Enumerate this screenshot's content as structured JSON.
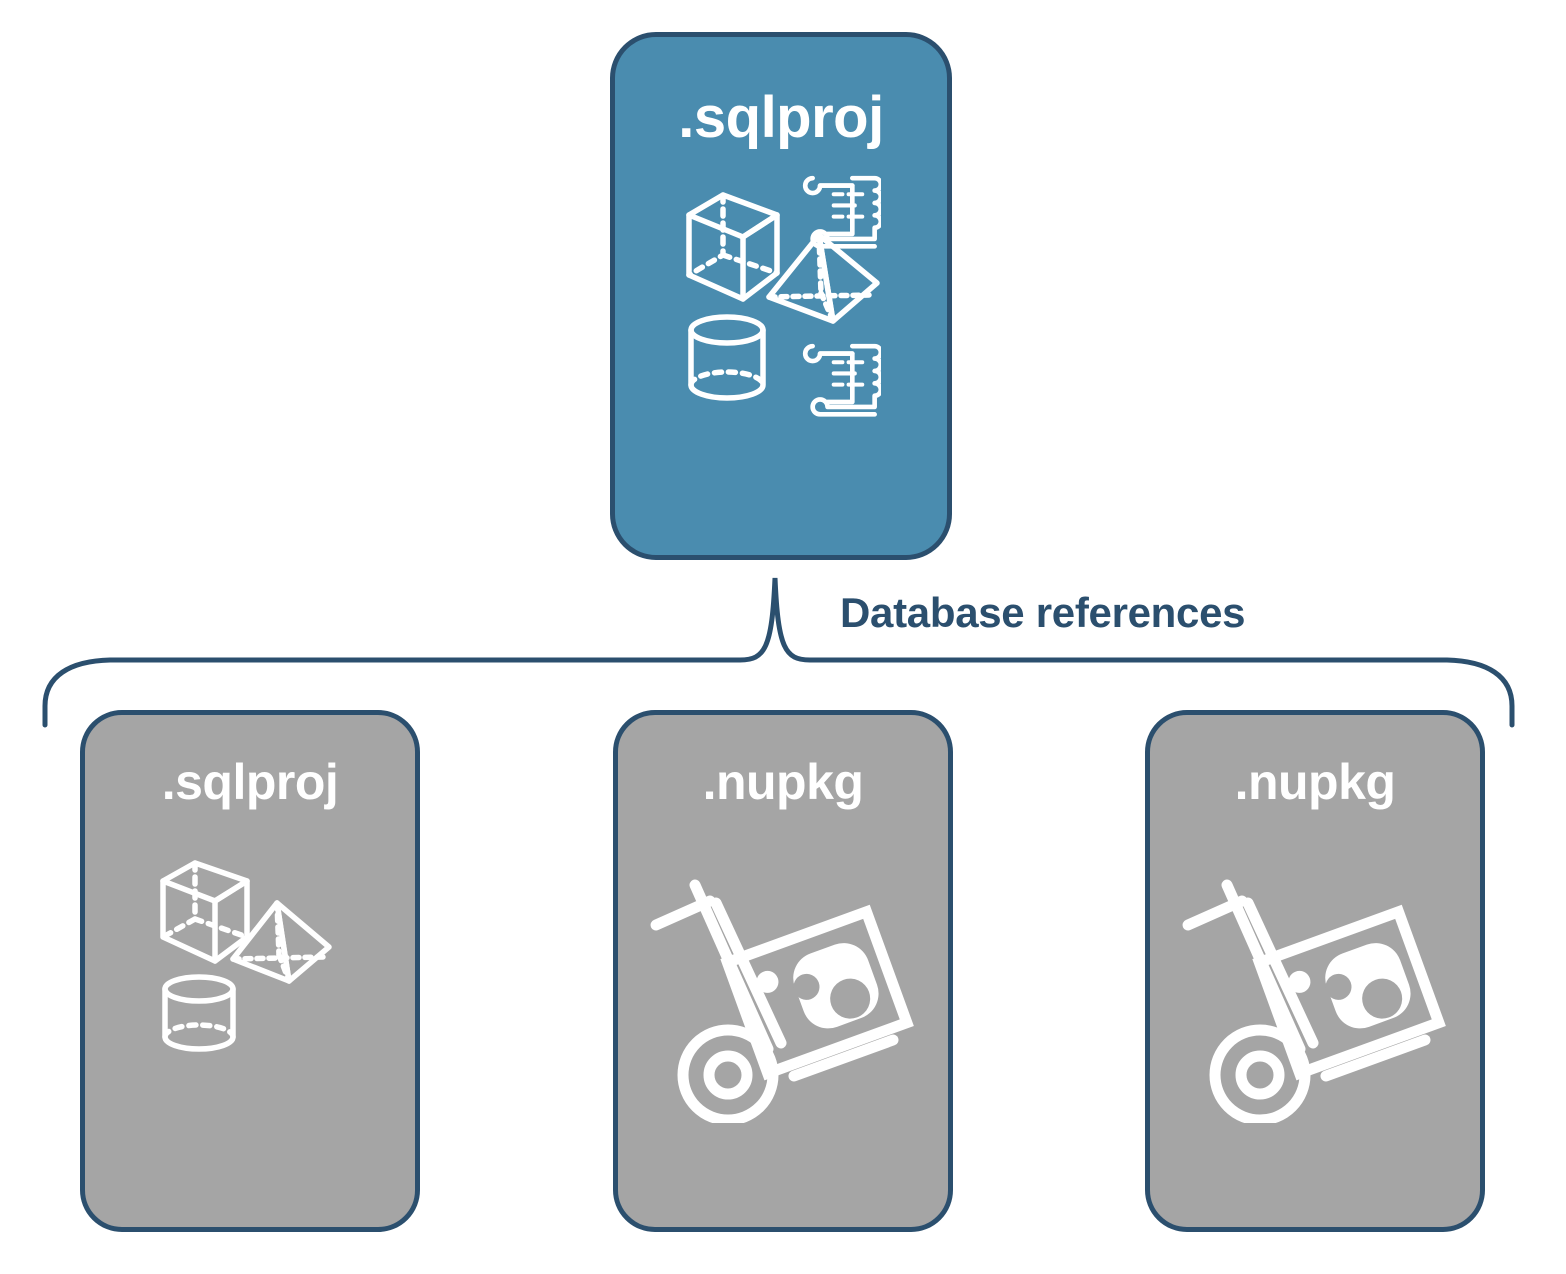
{
  "diagram": {
    "title": "Database references",
    "colors": {
      "accent_teal": "#4A8CAF",
      "border_navy": "#2B4F6E",
      "card_gray": "#A5A5A5",
      "icon_white": "#FFFFFF",
      "background": "#FFFFFF"
    },
    "connector": {
      "type": "curly-brace",
      "label": "Database references",
      "direction": "top-to-bottom",
      "source": ".sqlproj",
      "targets": [
        ".sqlproj",
        ".nupkg",
        ".nupkg"
      ]
    },
    "root_node": {
      "label": ".sqlproj",
      "fill": "teal",
      "icon": "database-shapes-and-scripts-icon",
      "icon_parts": [
        "cube",
        "pyramid",
        "cylinder",
        "scroll",
        "scroll"
      ]
    },
    "reference_nodes": [
      {
        "label": ".sqlproj",
        "fill": "gray",
        "icon": "database-shapes-icon",
        "icon_parts": [
          "cube",
          "pyramid",
          "cylinder"
        ]
      },
      {
        "label": ".nupkg",
        "fill": "gray",
        "icon": "nuget-package-handtruck-icon",
        "icon_parts": [
          "hand-truck",
          "package-box",
          "nuget-logo"
        ]
      },
      {
        "label": ".nupkg",
        "fill": "gray",
        "icon": "nuget-package-handtruck-icon",
        "icon_parts": [
          "hand-truck",
          "package-box",
          "nuget-logo"
        ]
      }
    ]
  }
}
